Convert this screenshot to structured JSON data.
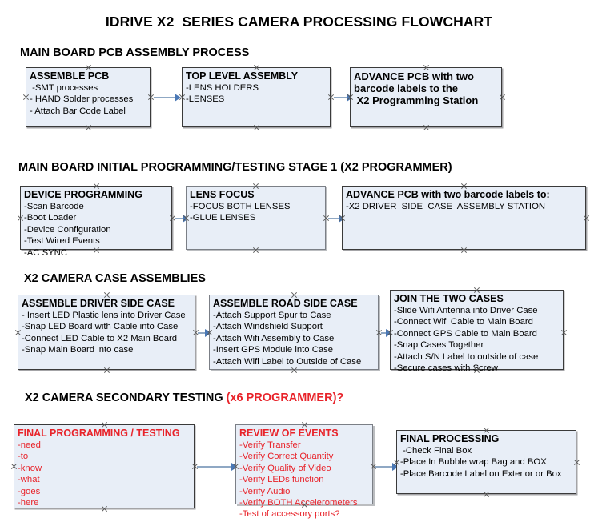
{
  "document": {
    "title": "IDRIVE X2  SERIES CAMERA PROCESSING FLOWCHART"
  },
  "sections": [
    {
      "id": "main-board-pcb-assembly",
      "heading": "MAIN BOARD PCB ASSEMBLY PROCESS",
      "heading_accent": "",
      "nodes": [
        {
          "id": "assemble-pcb",
          "title": "ASSEMBLE PCB",
          "lines": [
            " -SMT processes",
            "- HAND Solder processes",
            "- Attach Bar Code Label"
          ]
        },
        {
          "id": "top-level-assembly",
          "title": "TOP LEVEL ASSEMBLY",
          "lines": [
            "-LENS HOLDERS",
            "-LENSES"
          ]
        },
        {
          "id": "advance-pcb-to-x2-programming-station",
          "title": "ADVANCE PCB with two\nbarcode labels to the\n X2 Programming Station",
          "lines": []
        }
      ]
    },
    {
      "id": "main-board-initial-programming",
      "heading": "MAIN BOARD INITIAL PROGRAMMING/TESTING STAGE 1 (X2 PROGRAMMER)",
      "heading_accent": "",
      "nodes": [
        {
          "id": "device-programming",
          "title": "DEVICE PROGRAMMING",
          "lines": [
            "-Scan Barcode",
            "-Boot Loader",
            "-Device Configuration",
            "-Test Wired Events",
            "-AC SYNC"
          ]
        },
        {
          "id": "lens-focus",
          "title": "LENS FOCUS",
          "lines": [
            "-FOCUS BOTH LENSES",
            "-GLUE LENSES"
          ]
        },
        {
          "id": "advance-pcb-to-driver-side-case-station",
          "title": "ADVANCE PCB with two barcode labels to:",
          "lines": [
            "-X2 DRIVER  SIDE  CASE  ASSEMBLY STATION"
          ]
        }
      ]
    },
    {
      "id": "x2-camera-case-assemblies",
      "heading": "X2 CAMERA CASE ASSEMBLIES",
      "heading_accent": "",
      "nodes": [
        {
          "id": "assemble-driver-side-case",
          "title": "ASSEMBLE DRIVER SIDE CASE",
          "lines": [
            "- Insert LED Plastic lens into Driver Case",
            "-Snap LED Board with Cable into Case",
            "-Connect LED Cable to X2 Main Board",
            "-Snap Main Board into case"
          ]
        },
        {
          "id": "assemble-road-side-case",
          "title": "ASSEMBLE ROAD SIDE CASE",
          "lines": [
            "-Attach Support Spur to Case",
            "-Attach Windshield Support",
            "-Attach Wifi Assembly to Case",
            "-Insert GPS Module into Case",
            "-Attach Wifi Label to Outside of Case"
          ]
        },
        {
          "id": "join-the-two-cases",
          "title": "JOIN THE TWO CASES",
          "lines": [
            "-Slide Wifi Antenna into Driver Case",
            "-Connect Wifi Cable to Main Board",
            "-Connect GPS Cable to Main Board",
            "-Snap Cases Together",
            "-Attach S/N Label to outside of case",
            "-Secure cases with Screw"
          ]
        }
      ]
    },
    {
      "id": "x2-camera-secondary-testing",
      "heading": "X2 CAMERA SECONDARY TESTING ",
      "heading_accent": "(x6 PROGRAMMER)?",
      "nodes": [
        {
          "id": "final-programming-testing",
          "title": "FINAL PROGRAMMING / TESTING",
          "lines": [
            "-need",
            "-to",
            "-know",
            "-what",
            "-goes",
            "-here"
          ]
        },
        {
          "id": "review-of-events",
          "title": "REVIEW OF EVENTS",
          "lines": [
            "-Verify Transfer",
            "-Verify Correct Quantity",
            "-Verify Quality of Video",
            "-Verify LEDs function",
            "-Verify Audio",
            "-Verify BOTH Accelerometers",
            "-Test of accessory ports?"
          ]
        },
        {
          "id": "final-processing",
          "title": "FINAL PROCESSING",
          "lines": [
            " -Check Final Box",
            "-Place In Bubble wrap Bag and BOX",
            "-Place Barcode Label on Exterior or Box"
          ]
        }
      ]
    }
  ],
  "colors": {
    "node_fill": "#e8eef7",
    "node_border": "#3a3a3a",
    "connector": "#8fa8c4",
    "arrowhead": "#4a78b5",
    "accent_red": "#e8232a",
    "text": "#000000"
  }
}
